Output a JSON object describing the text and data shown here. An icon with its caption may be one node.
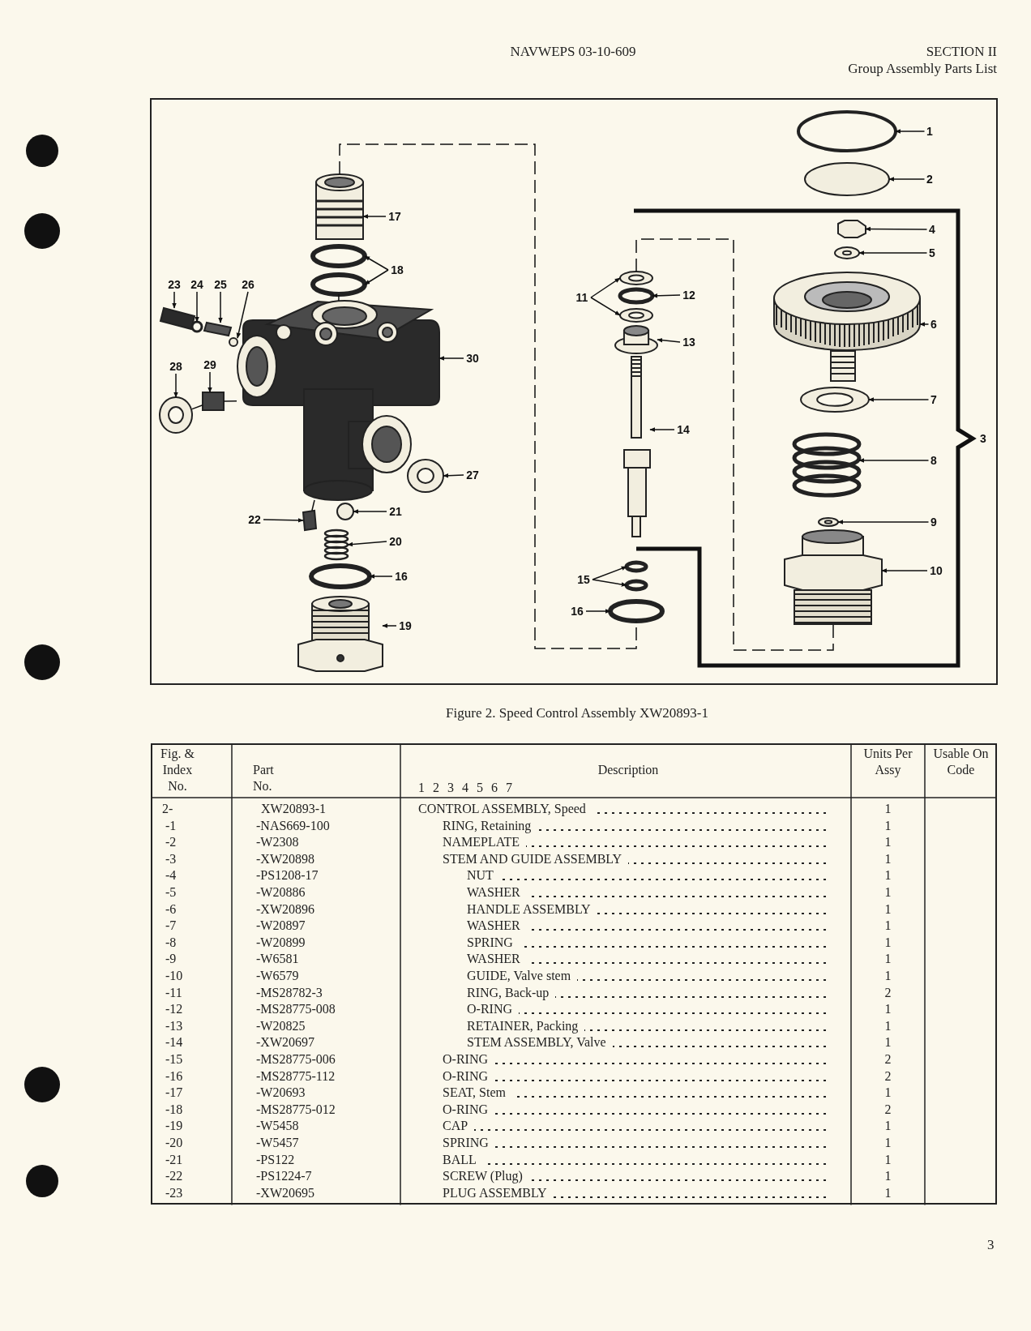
{
  "diagram": {
    "caption": "Figure 2. Speed Control Assembly XW20893-1",
    "nodes": [
      {
        "text": [
          "1"
        ]
      },
      {
        "text": [
          "2"
        ]
      },
      {
        "text": [
          "17"
        ]
      },
      {
        "text": [
          "4"
        ]
      },
      {
        "text": [
          "5"
        ]
      },
      {
        "text": [
          "18"
        ]
      },
      {
        "text": [
          "23"
        ]
      },
      {
        "text": [
          "24"
        ]
      },
      {
        "text": [
          "25"
        ]
      },
      {
        "text": [
          "26"
        ]
      },
      {
        "text": [
          "11"
        ]
      },
      {
        "text": [
          "12"
        ]
      },
      {
        "text": [
          "13"
        ]
      },
      {
        "text": [
          "30"
        ]
      },
      {
        "text": [
          "6"
        ]
      },
      {
        "text": [
          "28"
        ]
      },
      {
        "text": [
          "29"
        ]
      },
      {
        "text": [
          "7"
        ]
      },
      {
        "text": [
          "14"
        ]
      },
      {
        "text": [
          "8"
        ]
      },
      {
        "text": [
          "27"
        ]
      },
      {
        "text": [
          "21"
        ]
      },
      {
        "text": [
          "22"
        ]
      },
      {
        "text": [
          "9"
        ]
      },
      {
        "text": [
          "20"
        ]
      },
      {
        "text": [
          "15"
        ]
      },
      {
        "text": [
          "16"
        ]
      },
      {
        "text": [
          "10"
        ]
      },
      {
        "text": [
          "16"
        ]
      },
      {
        "text": [
          "19"
        ]
      },
      {
        "text": [],
        "shape": "ring"
      },
      {
        "text": [],
        "shape": "circle"
      },
      {
        "text": [],
        "shape": "picture"
      },
      {
        "text": [],
        "shape": "hexagon"
      },
      {
        "text": [],
        "shape": "ring"
      },
      {
        "text": [],
        "shape": "ring"
      },
      {
        "text": [],
        "shape": "ring"
      },
      {
        "text": [],
        "shape": "ring"
      },
      {
        "text": [],
        "shape": "ring"
      },
      {
        "text": [],
        "shape": "ring"
      },
      {
        "text": [],
        "shape": "picture"
      },
      {
        "text": [],
        "shape": "box"
      },
      {
        "text": [],
        "shape": "ring"
      },
      {
        "text": [],
        "shape": "box"
      },
      {
        "text": [],
        "shape": "circle"
      },
      {
        "text": [],
        "shape": "cylinder"
      },
      {
        "text": [],
        "shape": "picture"
      },
      {
        "text": [],
        "shape": "box"
      },
      {
        "text": [],
        "shape": "ring"
      },
      {
        "text": [],
        "shape": "ring"
      },
      {
        "text": [],
        "shape": "picture"
      },
      {
        "text": [],
        "shape": "picture"
      },
      {
        "text": [],
        "shape": "ring"
      },
      {
        "text": [],
        "shape": "circle"
      },
      {
        "text": [],
        "shape": "box"
      },
      {
        "text": [],
        "shape": "ring"
      },
      {
        "text": [],
        "shape": "picture"
      },
      {
        "text": [],
        "shape": "ring"
      },
      {
        "text": [],
        "shape": "picture"
      },
      {
        "text": [],
        "shape": "ring"
      },
      {
        "text": [],
        "shape": "ring"
      },
      {
        "text": [],
        "shape": "ring"
      },
      {
        "text": [],
        "shape": "picture"
      }
    ],
    "edges": [
      {
        "from": 0,
        "to": 30,
        "arrow": "to"
      },
      {
        "from": 1,
        "to": 31,
        "arrow": "to"
      },
      {
        "from": 2,
        "to": 32,
        "arrow": "to"
      },
      {
        "from": 3,
        "to": 33,
        "arrow": "to"
      },
      {
        "from": 4,
        "to": 34,
        "arrow": "to"
      },
      {
        "from": 5,
        "to": 35,
        "arrow": "to"
      },
      {
        "from": 5,
        "to": 38,
        "arrow": "to"
      },
      {
        "from": 6,
        "to": 41,
        "arrow": "to"
      },
      {
        "from": 7,
        "to": 42,
        "arrow": "to"
      },
      {
        "from": 8,
        "to": 43,
        "arrow": "to"
      },
      {
        "from": 9,
        "to": 44,
        "arrow": "to"
      },
      {
        "from": 10,
        "to": 36,
        "arrow": "to"
      },
      {
        "from": 10,
        "to": 39,
        "arrow": "to"
      },
      {
        "from": 11,
        "to": 37,
        "arrow": "to"
      },
      {
        "from": 12,
        "to": 45,
        "arrow": "to"
      },
      {
        "from": 13,
        "to": 46,
        "arrow": "to"
      },
      {
        "from": 14,
        "to": 40,
        "arrow": "to"
      },
      {
        "from": 15,
        "to": 49,
        "arrow": "to"
      },
      {
        "from": 16,
        "to": 47,
        "arrow": "to"
      },
      {
        "from": 17,
        "to": 48,
        "arrow": "to"
      },
      {
        "from": 18,
        "to": 50,
        "arrow": "to"
      },
      {
        "from": 19,
        "to": 51,
        "arrow": "to"
      },
      {
        "from": 20,
        "to": 52,
        "arrow": "to"
      },
      {
        "from": 21,
        "to": 53,
        "arrow": "to"
      },
      {
        "from": 22,
        "to": 54,
        "arrow": "to"
      },
      {
        "from": 23,
        "to": 55,
        "arrow": "to"
      },
      {
        "from": 24,
        "to": 56,
        "arrow": "to"
      },
      {
        "from": 25,
        "to": 57,
        "arrow": "to"
      },
      {
        "from": 25,
        "to": 60,
        "arrow": "to"
      },
      {
        "from": 26,
        "to": 59,
        "arrow": "to"
      },
      {
        "from": 27,
        "to": 58,
        "arrow": "to"
      },
      {
        "from": 28,
        "to": 61,
        "arrow": "to"
      },
      {
        "from": 29,
        "to": 62,
        "arrow": "to"
      },
      {
        "from": 32,
        "to": 61,
        "arrow": "none",
        "style": "dashed"
      },
      {
        "from": 36,
        "to": 58,
        "arrow": "none",
        "style": "dashed"
      },
      {
        "from": 49,
        "to": 47,
        "arrow": "none"
      },
      {
        "from": 47,
        "to": 46,
        "arrow": "none",
        "style": "dashed"
      },
      {
        "from": 54,
        "to": 46,
        "arrow": "none",
        "style": "dashed"
      },
      {
        "from": 38,
        "to": 46,
        "arrow": "none"
      }
    ],
    "labels": [
      "NAVWEPS 03-10-609",
      "SECTION II",
      "Group Assembly Parts List",
      "3",
      "Fig. & Index No.",
      "Part No.",
      "Description",
      "1 2 3 4 5 6 7",
      "Units Per Assy",
      "Usable On Code",
      "2-",
      "XW20893-1",
      "CONTROL ASSEMBLY, Speed",
      "1",
      "-1",
      "-NAS669-100",
      "RING, Retaining",
      "1",
      "-2",
      "-W2308",
      "NAMEPLATE",
      "1",
      "-3",
      "-XW20898",
      "STEM AND GUIDE ASSEMBLY",
      "1",
      "-4",
      "-PS1208-17",
      "NUT",
      "1",
      "-5",
      "-W20886",
      "WASHER",
      "1",
      "-6",
      "-XW20896",
      "HANDLE ASSEMBLY",
      "1",
      "-7",
      "-W20897",
      "WASHER",
      "1",
      "-8",
      "-W20899",
      "SPRING",
      "1",
      "-9",
      "-W6581",
      "WASHER",
      "1",
      "-10",
      "-W6579",
      "GUIDE, Valve stem",
      "1",
      "-11",
      "-MS28782-3",
      "RING, Back-up",
      "2",
      "-12",
      "-MS28775-008",
      "O-RING",
      "1",
      "-13",
      "-W20825",
      "RETAINER, Packing",
      "1",
      "-14",
      "-XW20697",
      "STEM ASSEMBLY, Valve",
      "1",
      "-15",
      "-MS28775-006",
      "O-RING",
      "2",
      "-16",
      "-MS28775-112",
      "O-RING",
      "2",
      "-17",
      "-W20693",
      "SEAT, Stem",
      "1",
      "-18",
      "-MS28775-012",
      "O-RING",
      "2",
      "-19",
      "-W5458",
      "CAP",
      "1",
      "-20",
      "-W5457",
      "SPRING",
      "1",
      "-21",
      "-PS122",
      "BALL",
      "1",
      "-22",
      "-PS1224-7",
      "SCREW (Plug)",
      "1",
      "-23",
      "-XW20695",
      "PLUG ASSEMBLY",
      "1",
      "3"
    ]
  }
}
